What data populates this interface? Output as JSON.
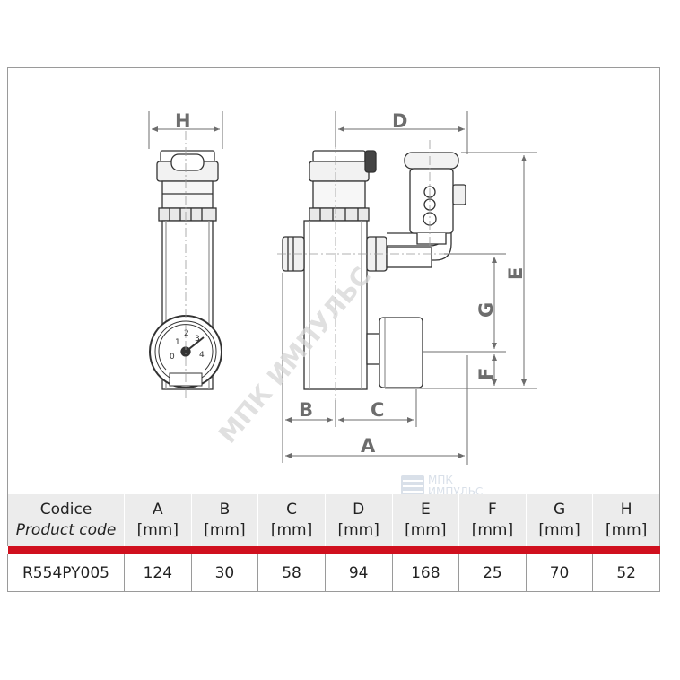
{
  "drawing": {
    "dimension_letters": {
      "H": "H",
      "D": "D",
      "E": "E",
      "G": "G",
      "F": "F",
      "B": "B",
      "C": "C",
      "A": "A"
    },
    "watermark": "МПК ИМПУЛЬС",
    "logo_line1": "МПК",
    "logo_line2": "ИМПУЛЬС"
  },
  "table": {
    "headers": [
      {
        "line1": "Codice",
        "line2": "Product code"
      },
      {
        "line1": "A",
        "line2": "[mm]"
      },
      {
        "line1": "B",
        "line2": "[mm]"
      },
      {
        "line1": "C",
        "line2": "[mm]"
      },
      {
        "line1": "D",
        "line2": "[mm]"
      },
      {
        "line1": "E",
        "line2": "[mm]"
      },
      {
        "line1": "F",
        "line2": "[mm]"
      },
      {
        "line1": "G",
        "line2": "[mm]"
      },
      {
        "line1": "H",
        "line2": "[mm]"
      }
    ],
    "rows": [
      [
        "R554PY005",
        "124",
        "30",
        "58",
        "94",
        "168",
        "25",
        "70",
        "52"
      ]
    ],
    "accent_color": "#d0101e"
  }
}
